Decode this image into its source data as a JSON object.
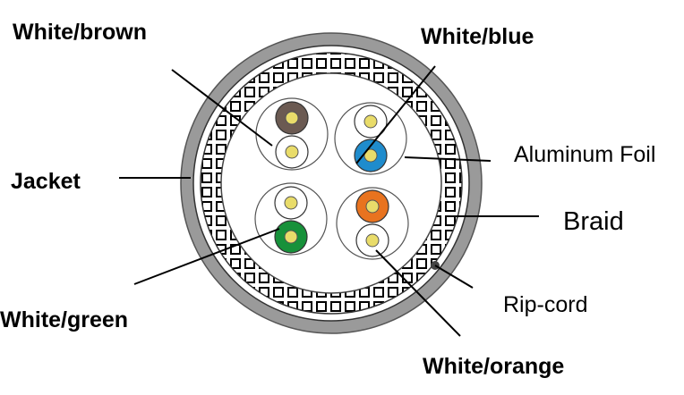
{
  "labels": {
    "white_brown": "White/brown",
    "white_blue": "White/blue",
    "jacket": "Jacket",
    "aluminum_foil": "Aluminum Foil",
    "braid": "Braid",
    "rip_cord": "Rip-cord",
    "white_green": "White/green",
    "white_orange": "White/orange"
  },
  "colors": {
    "jacket": "#9a9a9a",
    "brown": "#6b5a52",
    "blue": "#1f8ccd",
    "green": "#17913a",
    "orange": "#e8731f",
    "copper_core": "#e9dc6a"
  }
}
